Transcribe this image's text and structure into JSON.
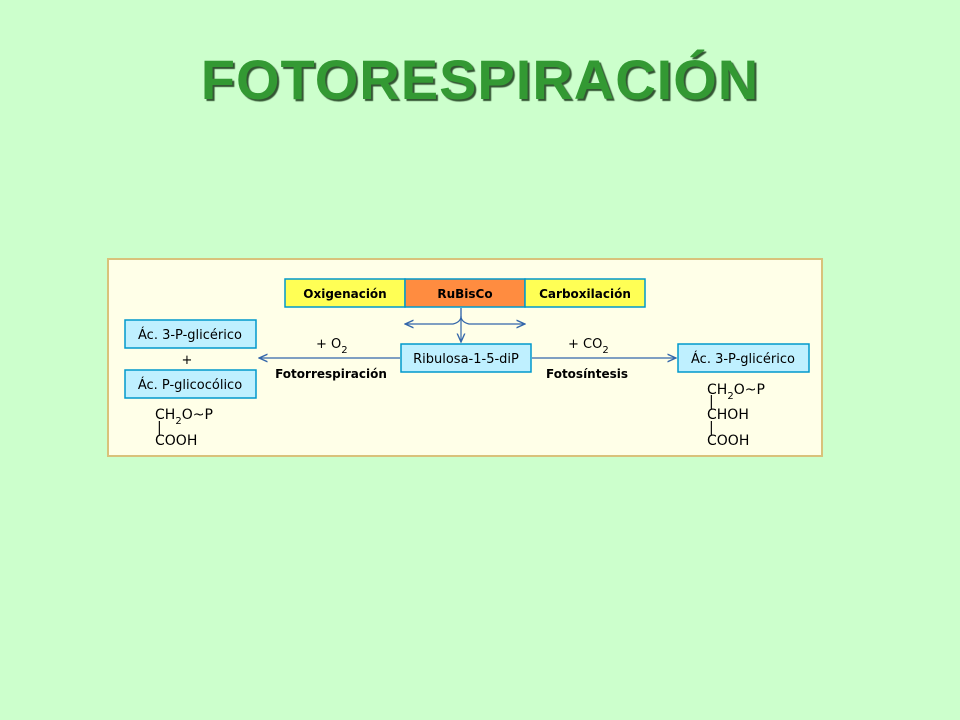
{
  "title": "FOTORESPIRACIÓN",
  "diagram": {
    "enzyme_bar": {
      "left": "Oxigenación",
      "center": "RuBisCo",
      "right": "Carboxilación"
    },
    "substrate": "Ribulosa-1-5-diP",
    "oxygen_label": "+ O",
    "oxygen_sub": "2",
    "co2_label": "+ CO",
    "co2_sub": "2",
    "left_process": "Fotorrespiración",
    "right_process": "Fotosíntesis",
    "left_products": {
      "product1": "Ác. 3-P-glicérico",
      "plus": "+",
      "product2": "Ác. P-glicocólico",
      "formula": {
        "line1_a": "CH",
        "line1_sub": "2",
        "line1_b": "O~P",
        "bond": "|",
        "line2": "COOH"
      }
    },
    "right_products": {
      "product": "Ác. 3-P-glicérico",
      "formula": {
        "line1_a": "CH",
        "line1_sub": "2",
        "line1_b": "O~P",
        "bond": "|",
        "line2": "CHOH",
        "line3": "COOH"
      }
    },
    "colors": {
      "background": "#ccffcc",
      "title": "#339933",
      "panel": "#ffffe8",
      "panel_border": "#d9c27a",
      "yellow_box": "#ffff55",
      "orange_box": "#ff8c40",
      "blue_box": "#bff0ff",
      "box_border": "#0099cc",
      "arrow": "#3366aa"
    }
  }
}
